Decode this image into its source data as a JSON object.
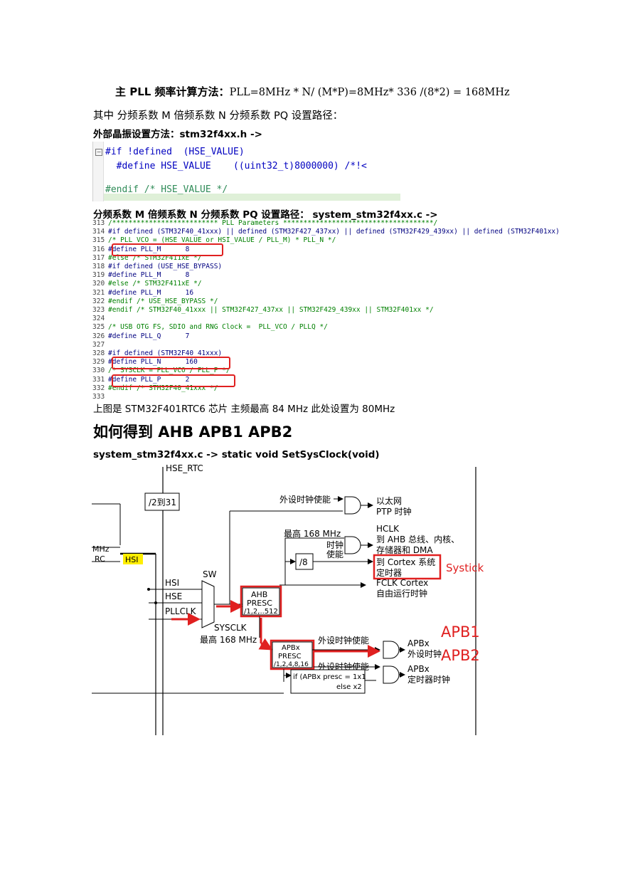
{
  "formula": {
    "label": "主 PLL 频率计算方法：",
    "expr": "PLL=8MHz * N/ (M*P)=8MHz* 336 /(8*2) = 168MHz"
  },
  "intro_line": "其中  分频系数 M    倍频系数 N    分频系数 PQ 设置路径：",
  "hse_heading": "外部晶振设置方法：stm32f4xx.h ->",
  "code_hse": {
    "line1": "#if !defined  (HSE_VALUE)",
    "line2": "  #define HSE_VALUE    ((uint32_t)8000000) /*!<",
    "line3": "#endif /* HSE_VALUE */"
  },
  "pll_heading": "分频系数 M    倍频系数 N    分频系数 PQ 设置路径：  system_stm32f4xx.c    ->",
  "code_pll": [
    {
      "n": "313",
      "t": "/************************** PLL Parameters *************************************/"
    },
    {
      "n": "314",
      "t": "#if defined (STM32F40_41xxx) || defined (STM32F427_437xx) || defined (STM32F429_439xx) || defined (STM32F401xx)"
    },
    {
      "n": "315",
      "t": "/* PLL_VCO = (HSE_VALUE or HSI_VALUE / PLL_M) * PLL_N */"
    },
    {
      "n": "316",
      "t": "#define PLL_M      8"
    },
    {
      "n": "317",
      "t": "#else /* STM32F411xE */"
    },
    {
      "n": "318",
      "t": "#if defined (USE_HSE_BYPASS)"
    },
    {
      "n": "319",
      "t": "#define PLL_M      8"
    },
    {
      "n": "320",
      "t": "#else /* STM32F411xE */"
    },
    {
      "n": "321",
      "t": "#define PLL_M      16"
    },
    {
      "n": "322",
      "t": "#endif /* USE_HSE_BYPASS */"
    },
    {
      "n": "323",
      "t": "#endif /* STM32F40_41xxx || STM32F427_437xx || STM32F429_439xx || STM32F401xx */"
    },
    {
      "n": "324",
      "t": ""
    },
    {
      "n": "325",
      "t": "/* USB OTG FS, SDIO and RNG Clock =  PLL_VCO / PLLQ */"
    },
    {
      "n": "326",
      "t": "#define PLL_Q      7"
    },
    {
      "n": "327",
      "t": ""
    },
    {
      "n": "328",
      "t": "#if defined (STM32F40_41xxx)"
    },
    {
      "n": "329",
      "t": "#define PLL_N      160"
    },
    {
      "n": "330",
      "t": "/* SYSCLK = PLL_VCO / PLL_P */"
    },
    {
      "n": "331",
      "t": "#define PLL_P      2"
    },
    {
      "n": "332",
      "t": "#endif /* STM32F40_41xxx */"
    },
    {
      "n": "333",
      "t": ""
    }
  ],
  "chip_note": "上图是 STM32F401RTC6  芯片  主频最高 84 MHz  此处设置为 80MHz",
  "section_title": "如何得到 AHB APB1 APB2",
  "setsysclock_path": "system_stm32f4xx.c    -> static void SetSysClock(void)",
  "clock_tree": {
    "hse_rtc": "HSE_RTC",
    "div2_31": "/2到31",
    "mhz_fragment": "MHz",
    "rc_fragment": "RC",
    "hsi_label": "HSI",
    "mux_inputs": [
      "HSI",
      "HSE",
      "PLLCLK"
    ],
    "sw_label": "SW",
    "sysclk_label": "SYSCLK",
    "sysclk_max": "最高 168 MHz",
    "eth_enable": "外设时钟使能",
    "eth_out_1": "以太网",
    "eth_out_2": "PTP 时钟",
    "hclk_max": "最高 168 MHz",
    "clock_enable_1": "时钟",
    "clock_enable_2": "使能",
    "hclk_title": "HCLK",
    "hclk_desc_1": "到 AHB 总线、内核、",
    "hclk_desc_2": "存储器和 DMA",
    "div8": "/8",
    "cortex_timer_1": "到 Cortex 系统",
    "cortex_timer_2": "定时器",
    "systick": "Systick",
    "fclk_1": "FCLK Cortex",
    "fclk_2": "自由运行时钟",
    "ahb_presc": [
      "AHB",
      "PRESC",
      "/1,2,..512"
    ],
    "apbx_presc": [
      "APBx",
      "PRESC",
      "/1,2,4,8,16"
    ],
    "apb_enable_1": "外设时钟使能",
    "apb_enable_2": "外设时钟使能",
    "apbx_periph_1": "APBx",
    "apbx_periph_2": "外设时钟",
    "apbx_timer_1": "APBx",
    "apbx_timer_2": "定时器时钟",
    "timer_mult_1": "if (APBx presc = 1x1",
    "timer_mult_2": "else x2",
    "apb1_label": "APB1",
    "apb2_label": "APB2",
    "colors": {
      "annotation_red": "#e02020",
      "hsi_highlight": "#ffee00"
    }
  }
}
